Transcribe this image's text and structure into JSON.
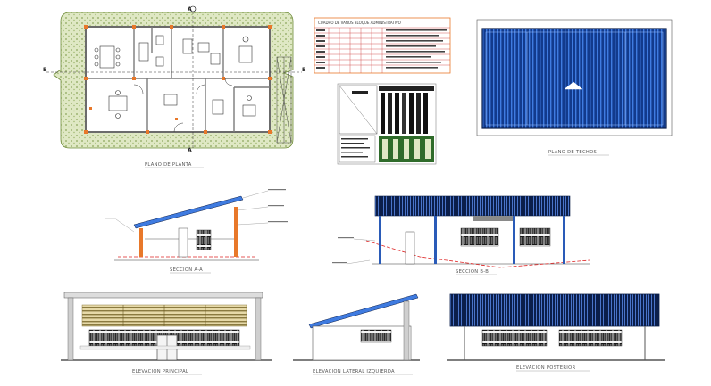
{
  "drawing": {
    "floor_plan": {
      "title": "PLANO DE PLANTA",
      "section_a_top": "A",
      "section_a_bottom": "A",
      "section_b_left": "B",
      "section_b_right": "B"
    },
    "window_schedule": {
      "title": "CUADRO DE VANOS BLOQUE ADMINISTRATIVO"
    },
    "roof_plan": {
      "title": "PLANO DE TECHOS"
    },
    "section_aa": {
      "title": "SECCION A-A"
    },
    "section_bb": {
      "title": "SECCION B-B"
    },
    "front_elevation": {
      "title": "ELEVACION PRINCIPAL"
    },
    "left_elevation": {
      "title": "ELEVACION LATERAL IZQUIERDA"
    },
    "rear_elevation": {
      "title": "ELEVACION POSTERIOR"
    }
  },
  "colors": {
    "roof_blue": "#1f4fa8",
    "roof_dark": "#0b1e4a",
    "garden_green": "#c8d9a0",
    "column_orange": "#e8782a",
    "ground_red": "#d22",
    "wall_gray": "#8a8a8a"
  }
}
